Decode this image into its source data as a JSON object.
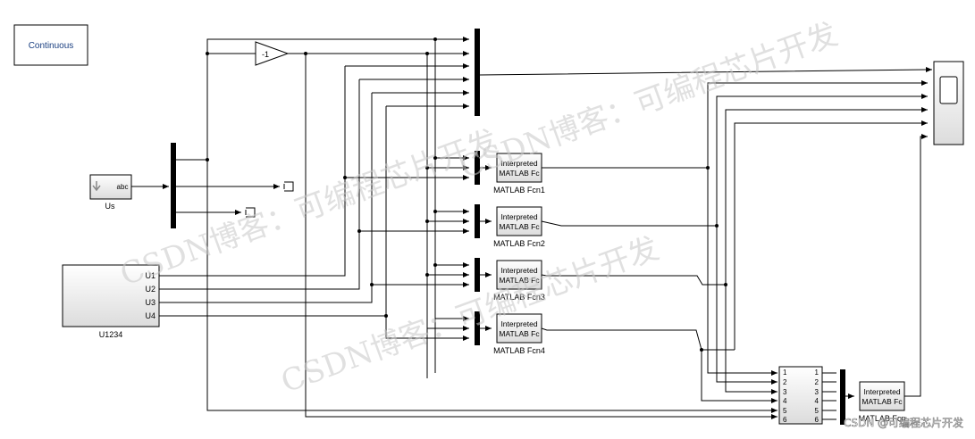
{
  "solver": {
    "label": "Continuous"
  },
  "gain": {
    "label": "-1"
  },
  "source": {
    "icon_text": "abc",
    "name": "Us"
  },
  "subsystem": {
    "ports": [
      "U1",
      "U2",
      "U3",
      "U4"
    ],
    "name": "U1234"
  },
  "fcn_blocks": [
    {
      "line1": "Interpreted",
      "line2": "MATLAB Fc",
      "name": "MATLAB Fcn1"
    },
    {
      "line1": "Interpreted",
      "line2": "MATLAB Fc",
      "name": "MATLAB Fcn2"
    },
    {
      "line1": "Interpreted",
      "line2": "MATLAB Fc",
      "name": "MATLAB Fcn3"
    },
    {
      "line1": "Interpreted",
      "line2": "MATLAB Fc",
      "name": "MATLAB Fcn4"
    }
  ],
  "final_fcn": {
    "line1": "Interpreted",
    "line2": "MATLAB Fc",
    "name": "MATLAB Fcn"
  },
  "bus_block": {
    "in_ports": [
      "1",
      "2",
      "3",
      "4",
      "5",
      "6"
    ],
    "out_ports": [
      "1",
      "2",
      "3",
      "4",
      "5",
      "6"
    ]
  },
  "watermarks": [
    "CSDN博客：可编程芯片开发",
    "CSDN博客：可编程芯片开发",
    "CSDN博客：可编程芯片开发"
  ],
  "footer_watermark": "CSDN @可编程芯片开发"
}
